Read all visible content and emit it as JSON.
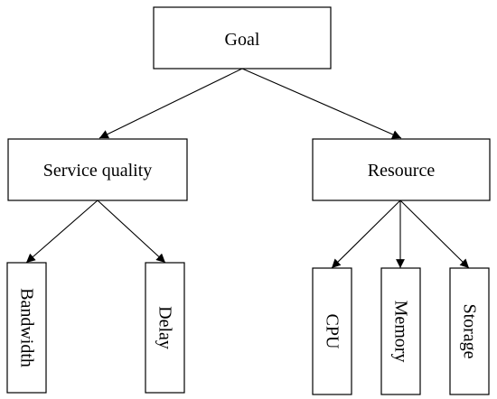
{
  "diagram": {
    "root": {
      "label": "Goal"
    },
    "criteria": [
      {
        "label": "Service quality"
      },
      {
        "label": "Resource"
      }
    ],
    "sub_criteria": [
      {
        "label": "Bandwidth",
        "parent": "Service quality"
      },
      {
        "label": "Delay",
        "parent": "Service quality"
      },
      {
        "label": "CPU",
        "parent": "Resource"
      },
      {
        "label": "Memory",
        "parent": "Resource"
      },
      {
        "label": "Storage",
        "parent": "Resource"
      }
    ],
    "colors": {
      "stroke": "#000000",
      "fill": "#ffffff",
      "text": "#000000"
    }
  }
}
